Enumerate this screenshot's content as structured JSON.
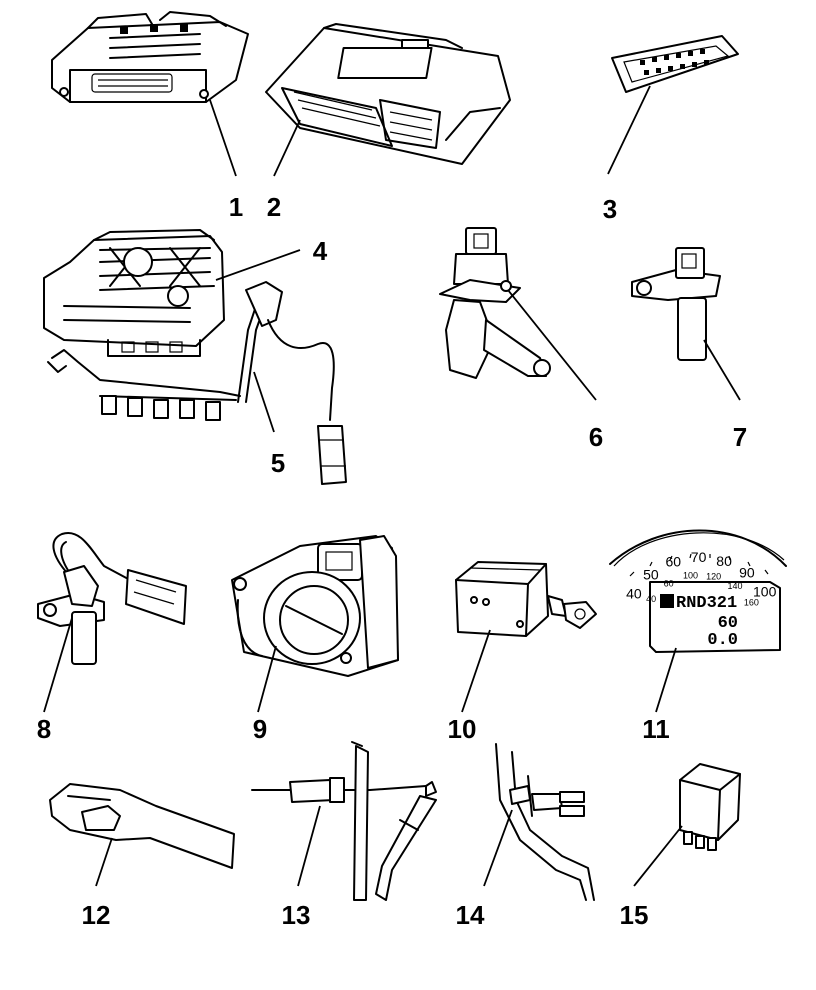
{
  "callouts": [
    "1",
    "2",
    "3",
    "4",
    "5",
    "6",
    "7",
    "8",
    "9",
    "10",
    "11",
    "12",
    "13",
    "14",
    "15"
  ],
  "dashboard": {
    "dial_labels": [
      "40",
      "50",
      "60",
      "70",
      "80",
      "90",
      "100"
    ],
    "dial_inner": [
      "40",
      "60",
      "100",
      "120",
      "140",
      "160"
    ],
    "gear_display": "RND321",
    "speed": "60",
    "odometer": "0.0"
  }
}
